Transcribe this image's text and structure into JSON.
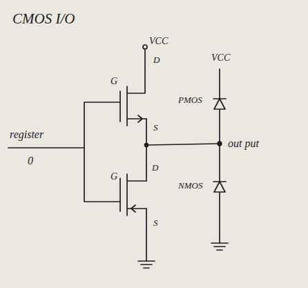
{
  "diagram": {
    "title": "CMOS I/O",
    "labels": [
      "VCC",
      "D",
      "G",
      "S",
      "register",
      "0",
      "D",
      "G",
      "S",
      "VCC",
      "PMOS",
      "out put",
      "NMOS"
    ]
  }
}
